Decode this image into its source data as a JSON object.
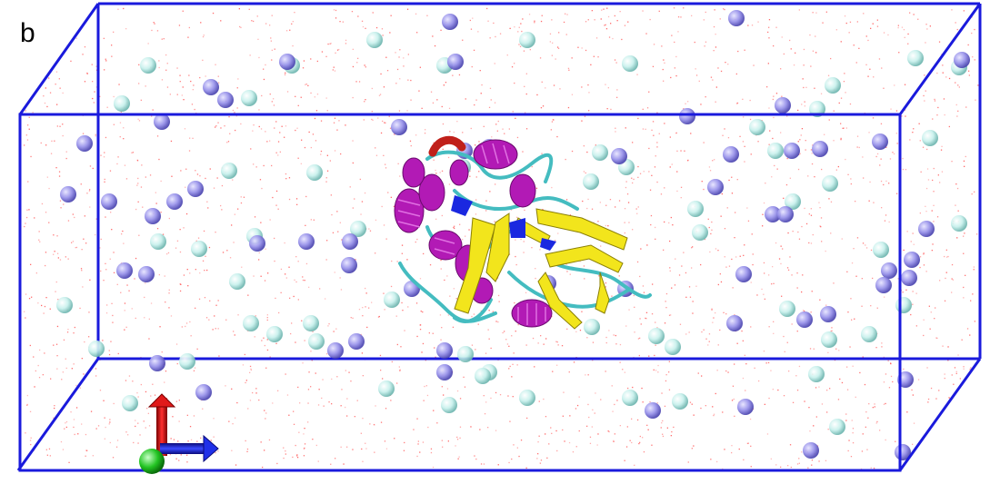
{
  "figure": {
    "panel_label": "b"
  },
  "colors": {
    "box_edge": "#1a1adc",
    "water": "#ff4a4a",
    "ion_cyan": "#bfeeea",
    "ion_purple": "#8d87e6",
    "helix": "#b21ab5",
    "sheet": "#f2e51c",
    "coil": "#44bcc0",
    "turn_blue": "#1a28e0",
    "turn_red": "#c0201a",
    "axis_x": "#1a2be0",
    "axis_y": "#e01a1a",
    "axis_z": "#1fbf1f"
  },
  "scene": {
    "description_icons": [
      "simulation-box",
      "protein-cartoon",
      "ion-spheres",
      "water-dots",
      "axes-gizmo"
    ]
  }
}
